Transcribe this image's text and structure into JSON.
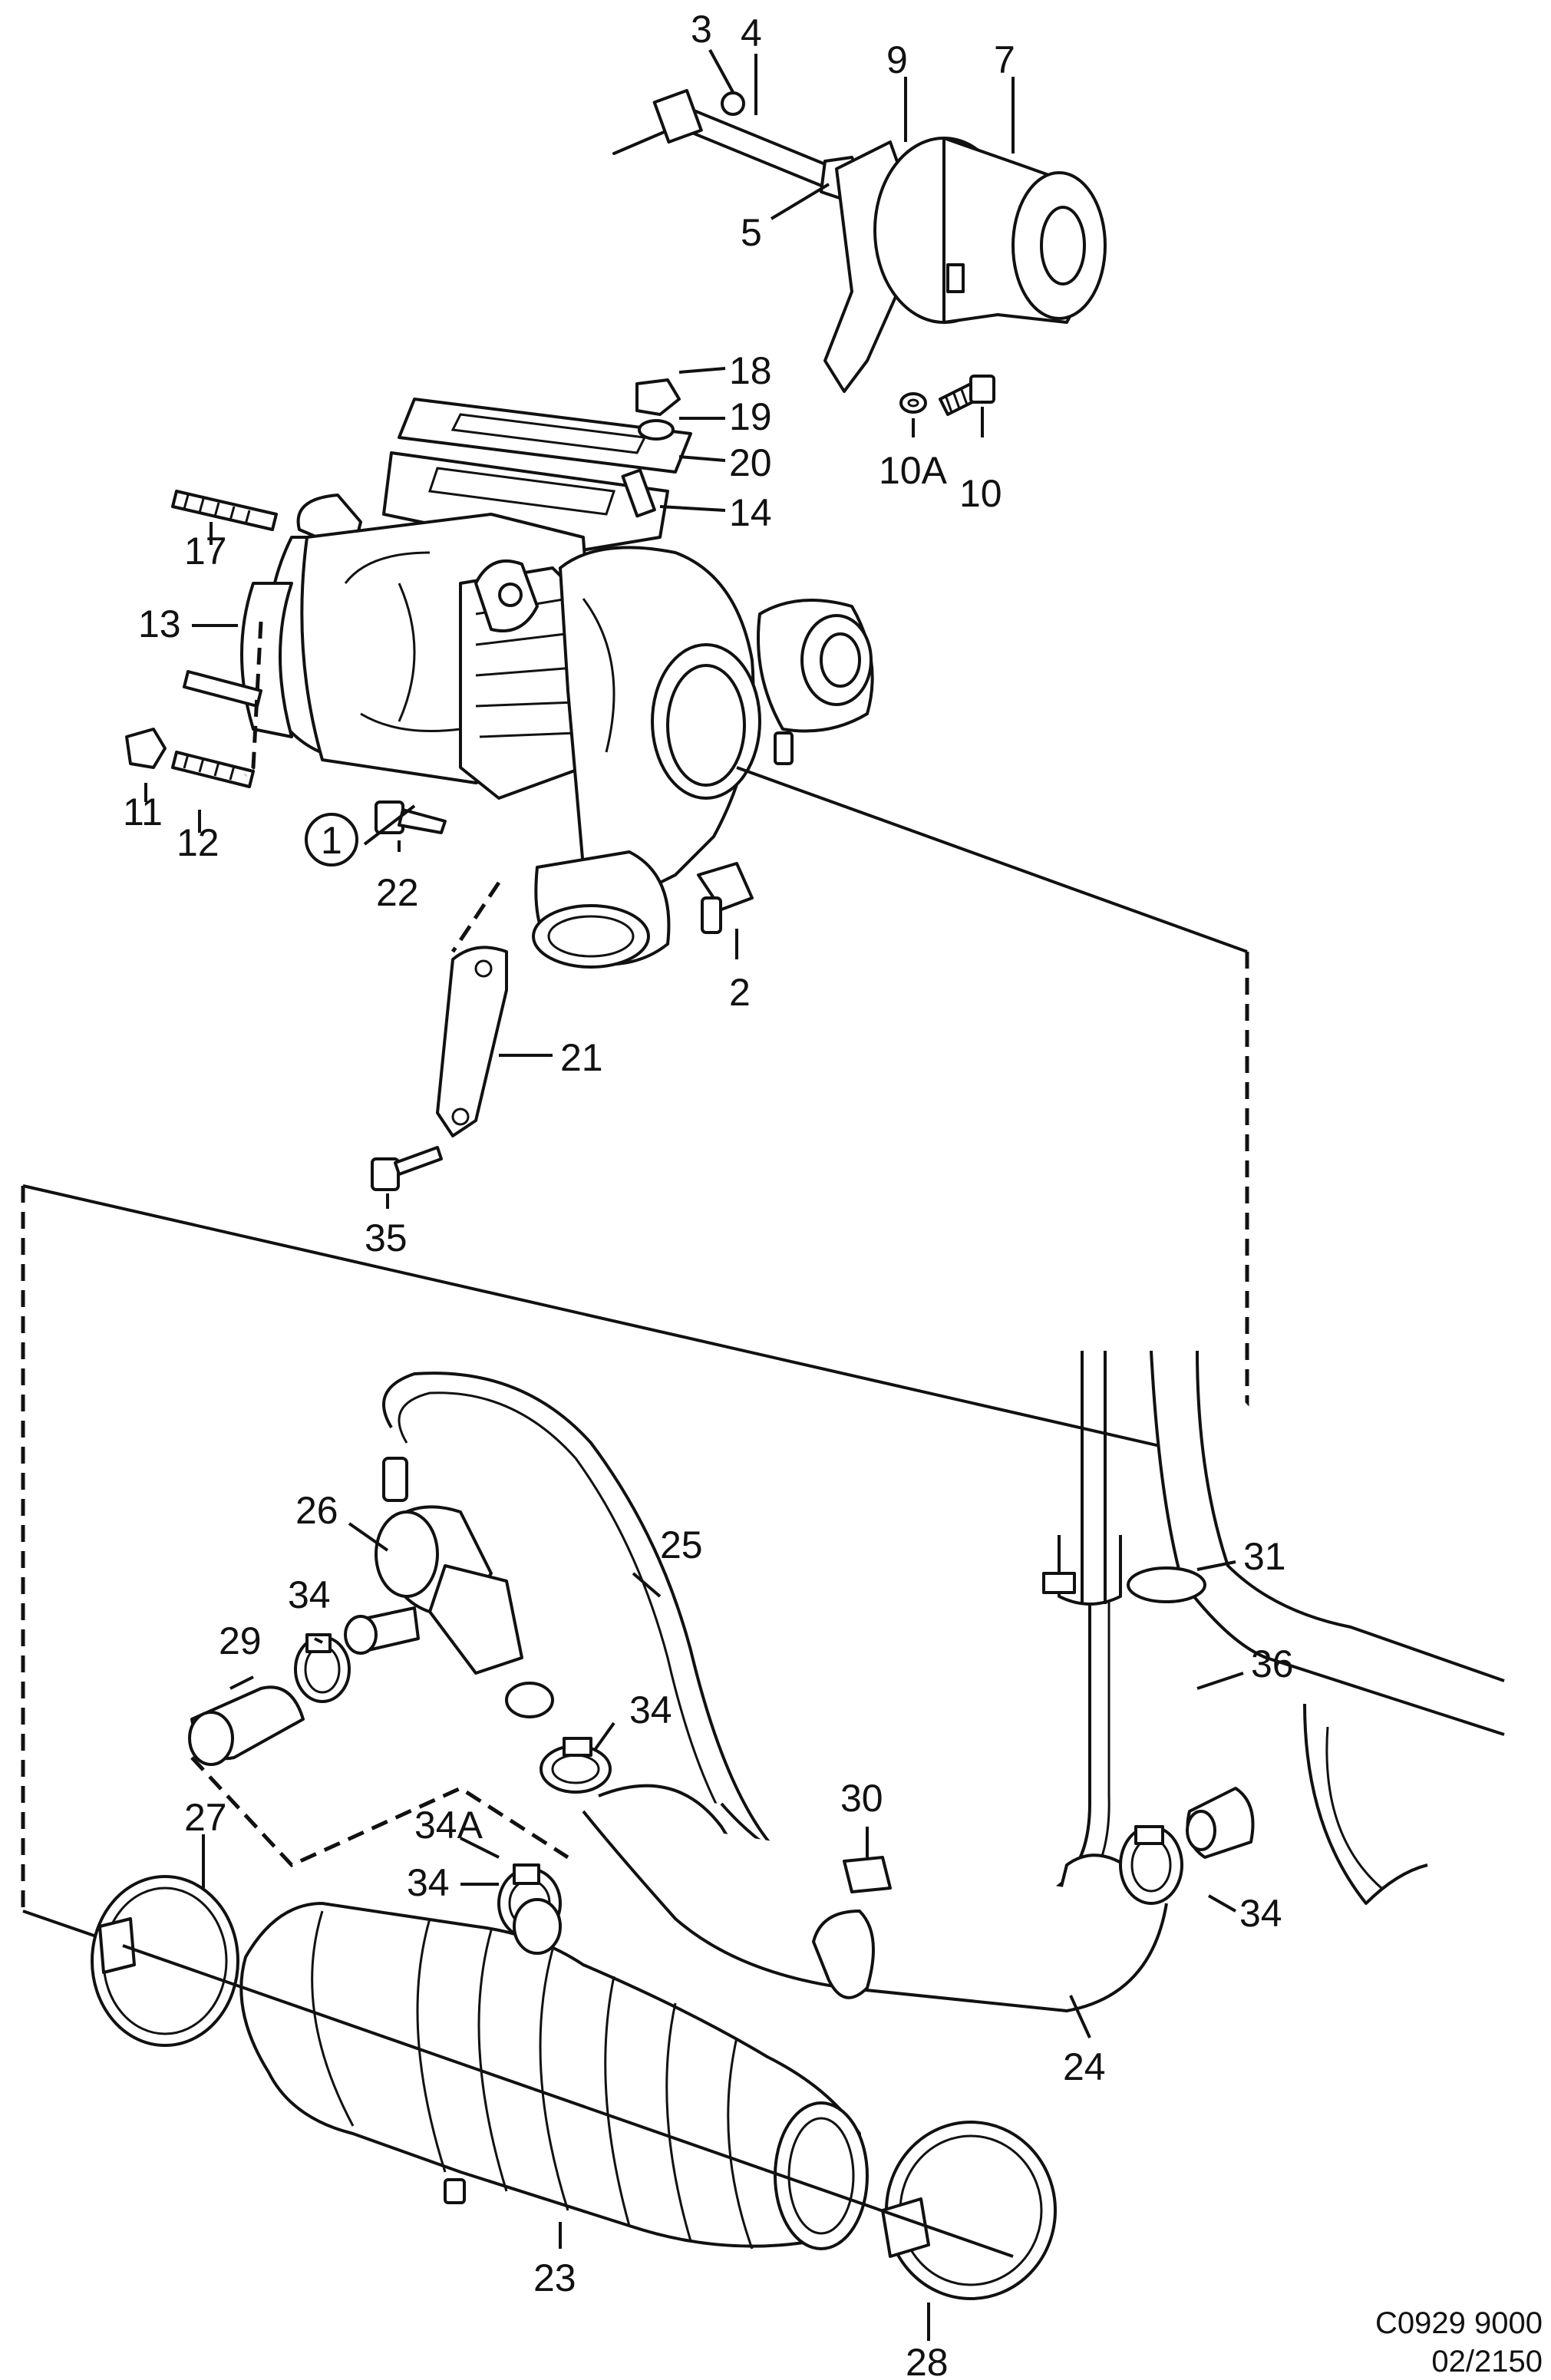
{
  "diagram": {
    "labels": {
      "p1": "1",
      "p2": "2",
      "p3": "3",
      "p4": "4",
      "p5": "5",
      "p7": "7",
      "p9": "9",
      "p10": "10",
      "p10a": "10A",
      "p11": "11",
      "p12": "12",
      "p13": "13",
      "p14": "14",
      "p17": "17",
      "p18": "18",
      "p19": "19",
      "p20": "20",
      "p21": "21",
      "p22": "22",
      "p23": "23",
      "p24": "24",
      "p25": "25",
      "p26": "26",
      "p27": "27",
      "p28": "28",
      "p29": "29",
      "p30": "30",
      "p31": "31",
      "p34": "34",
      "p34a": "34A",
      "p35": "35",
      "p36": "36"
    },
    "footer": {
      "code": "C0929 9000",
      "ref": "02/2150"
    }
  }
}
